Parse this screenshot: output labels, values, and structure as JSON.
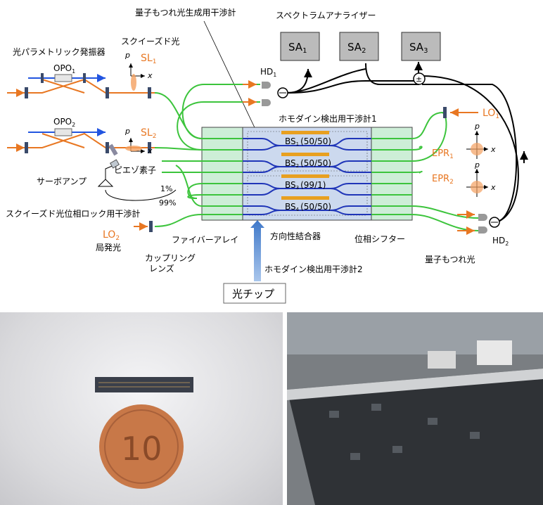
{
  "labels": {
    "interferometer_gen": "量子もつれ光生成用干渉計",
    "spectrum_analyzer": "スペクトラムアナライザー",
    "opo_title": "光パラメトリック発振器",
    "squeezed_light": "スクイーズド光",
    "opo1": "OPO",
    "opo1_sub": "1",
    "opo2": "OPO",
    "opo2_sub": "2",
    "sl1": "SL",
    "sl1_sub": "1",
    "sl2": "SL",
    "sl2_sub": "2",
    "p": "p",
    "x": "x",
    "hd1": "HD",
    "hd1_sub": "1",
    "hd2": "HD",
    "hd2_sub": "2",
    "sa1": "SA",
    "sa1_sub": "1",
    "sa2": "SA",
    "sa2_sub": "2",
    "sa3": "SA",
    "sa3_sub": "3",
    "homodyne1": "ホモダイン検出用干渉計1",
    "homodyne2": "ホモダイン検出用干渉計2",
    "bs1": "BS",
    "bs1_sub": "1",
    "bs1_ratio": "(50/50)",
    "bs2": "BS",
    "bs2_sub": "2",
    "bs2_ratio": "(50/50)",
    "bs3": "BS",
    "bs3_sub": "3",
    "bs3_ratio": "(99/1)",
    "bs4": "BS",
    "bs4_sub": "4",
    "bs4_ratio": "(50/50)",
    "lo1": "LO",
    "lo1_sub": "1",
    "lo2": "LO",
    "lo2_sub": "2",
    "epr1": "EPR",
    "epr1_sub": "1",
    "epr2": "EPR",
    "epr2_sub": "2",
    "servo_amp": "サーボアンプ",
    "piezo": "ピエゾ素子",
    "pct1": "1%",
    "pct99": "99%",
    "lock_interferometer": "スクイーズド光位相ロック用干渉計",
    "fiber_array": "ファイバーアレイ",
    "local_osc": "局発光",
    "coupling_lens_1": "カップリング",
    "coupling_lens_2": "レンズ",
    "directional_coupler": "方向性結合器",
    "phase_shifter": "位相シフター",
    "entangled_light": "量子もつれ光",
    "optical_chip": "光チップ",
    "pm": "±"
  },
  "colors": {
    "laser_orange": "#e87722",
    "fiber_green": "#3cc43c",
    "waveguide_blue": "#1f35b8",
    "pump_blue": "#2255e0",
    "chip_bg": "#ccd9ee",
    "array_bg": "#cdeed7",
    "arrow_blue": "#5b8fd6",
    "sa_box": "#bbbbbb"
  },
  "icons": [
    "arrow-up-icon",
    "detector-icon",
    "mirror-icon",
    "coin-icon"
  ]
}
